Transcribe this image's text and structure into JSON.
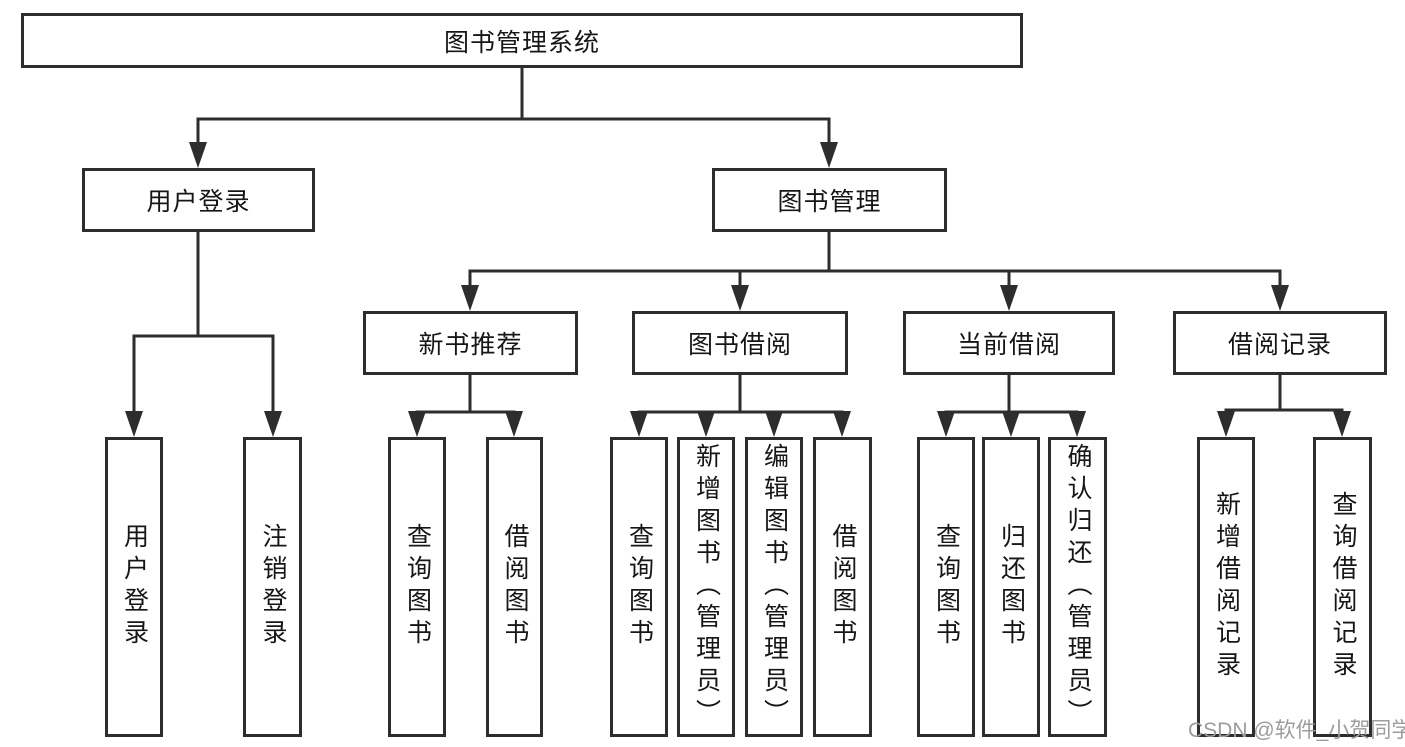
{
  "diagram": {
    "root": "图书管理系统",
    "level2": [
      "用户登录",
      "图书管理"
    ],
    "level3": [
      "新书推荐",
      "图书借阅",
      "当前借阅",
      "借阅记录"
    ],
    "leaves": [
      "用户登录",
      "注销登录",
      "查询图书",
      "借阅图书",
      "查询图书",
      "新增图书（管理员）",
      "编辑图书（管理员）",
      "借阅图书",
      "查询图书",
      "归还图书",
      "确认归还（管理员）",
      "新增借阅记录",
      "查询借阅记录"
    ]
  },
  "watermark": "CSDN @软件_小贺同学",
  "colors": {
    "line": "#2d2d2d",
    "box_border": "#2d2d2d",
    "text": "#161616",
    "watermark": "#9c9c9c",
    "background": "#ffffff"
  }
}
